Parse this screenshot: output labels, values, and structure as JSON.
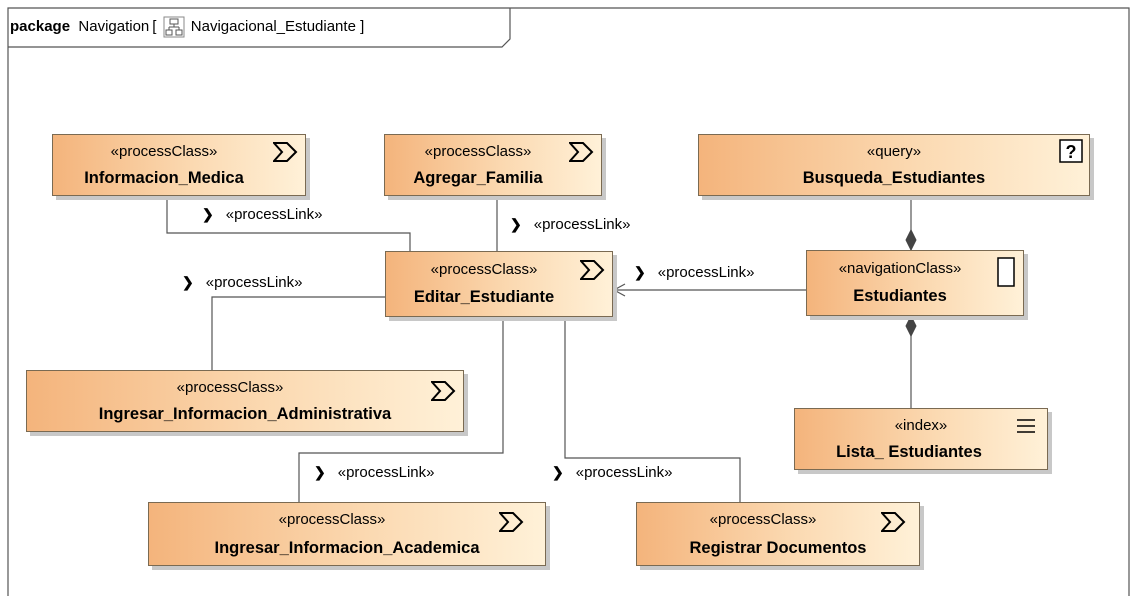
{
  "frame": {
    "keyword": "package",
    "name": "Navigation",
    "diagram_name": "Navigacional_Estudiante",
    "diagram_icon": "class-diagram-icon"
  },
  "nodes": {
    "informacion_medica": {
      "stereotype": "«processClass»",
      "name": "Informacion_Medica",
      "icon": "process-chevron-icon"
    },
    "agregar_familia": {
      "stereotype": "«processClass»",
      "name": "Agregar_Familia",
      "icon": "process-chevron-icon"
    },
    "busqueda_estudiantes": {
      "stereotype": "«query»",
      "name": "Busqueda_Estudiantes",
      "icon": "question-mark-icon"
    },
    "editar_estudiante": {
      "stereotype": "«processClass»",
      "name": "Editar_Estudiante",
      "icon": "process-chevron-icon"
    },
    "estudiantes": {
      "stereotype": "«navigationClass»",
      "name": "Estudiantes",
      "icon": "rectangle-icon"
    },
    "ingresar_admin": {
      "stereotype": "«processClass»",
      "name": "Ingresar_Informacion_Administrativa",
      "icon": "process-chevron-icon"
    },
    "lista_estudiantes": {
      "stereotype": "«index»",
      "name": "Lista_ Estudiantes",
      "icon": "menu-lines-icon"
    },
    "ingresar_academica": {
      "stereotype": "«processClass»",
      "name": "Ingresar_Informacion_Academica",
      "icon": "process-chevron-icon"
    },
    "registrar_documentos": {
      "stereotype": "«processClass»",
      "name": "Registrar Documentos",
      "icon": "process-chevron-icon"
    }
  },
  "links": {
    "medica": "«processLink»",
    "familia": "«processLink»",
    "admin": "«processLink»",
    "estudiantes": "«processLink»",
    "academica": "«processLink»",
    "documentos": "«processLink»"
  }
}
